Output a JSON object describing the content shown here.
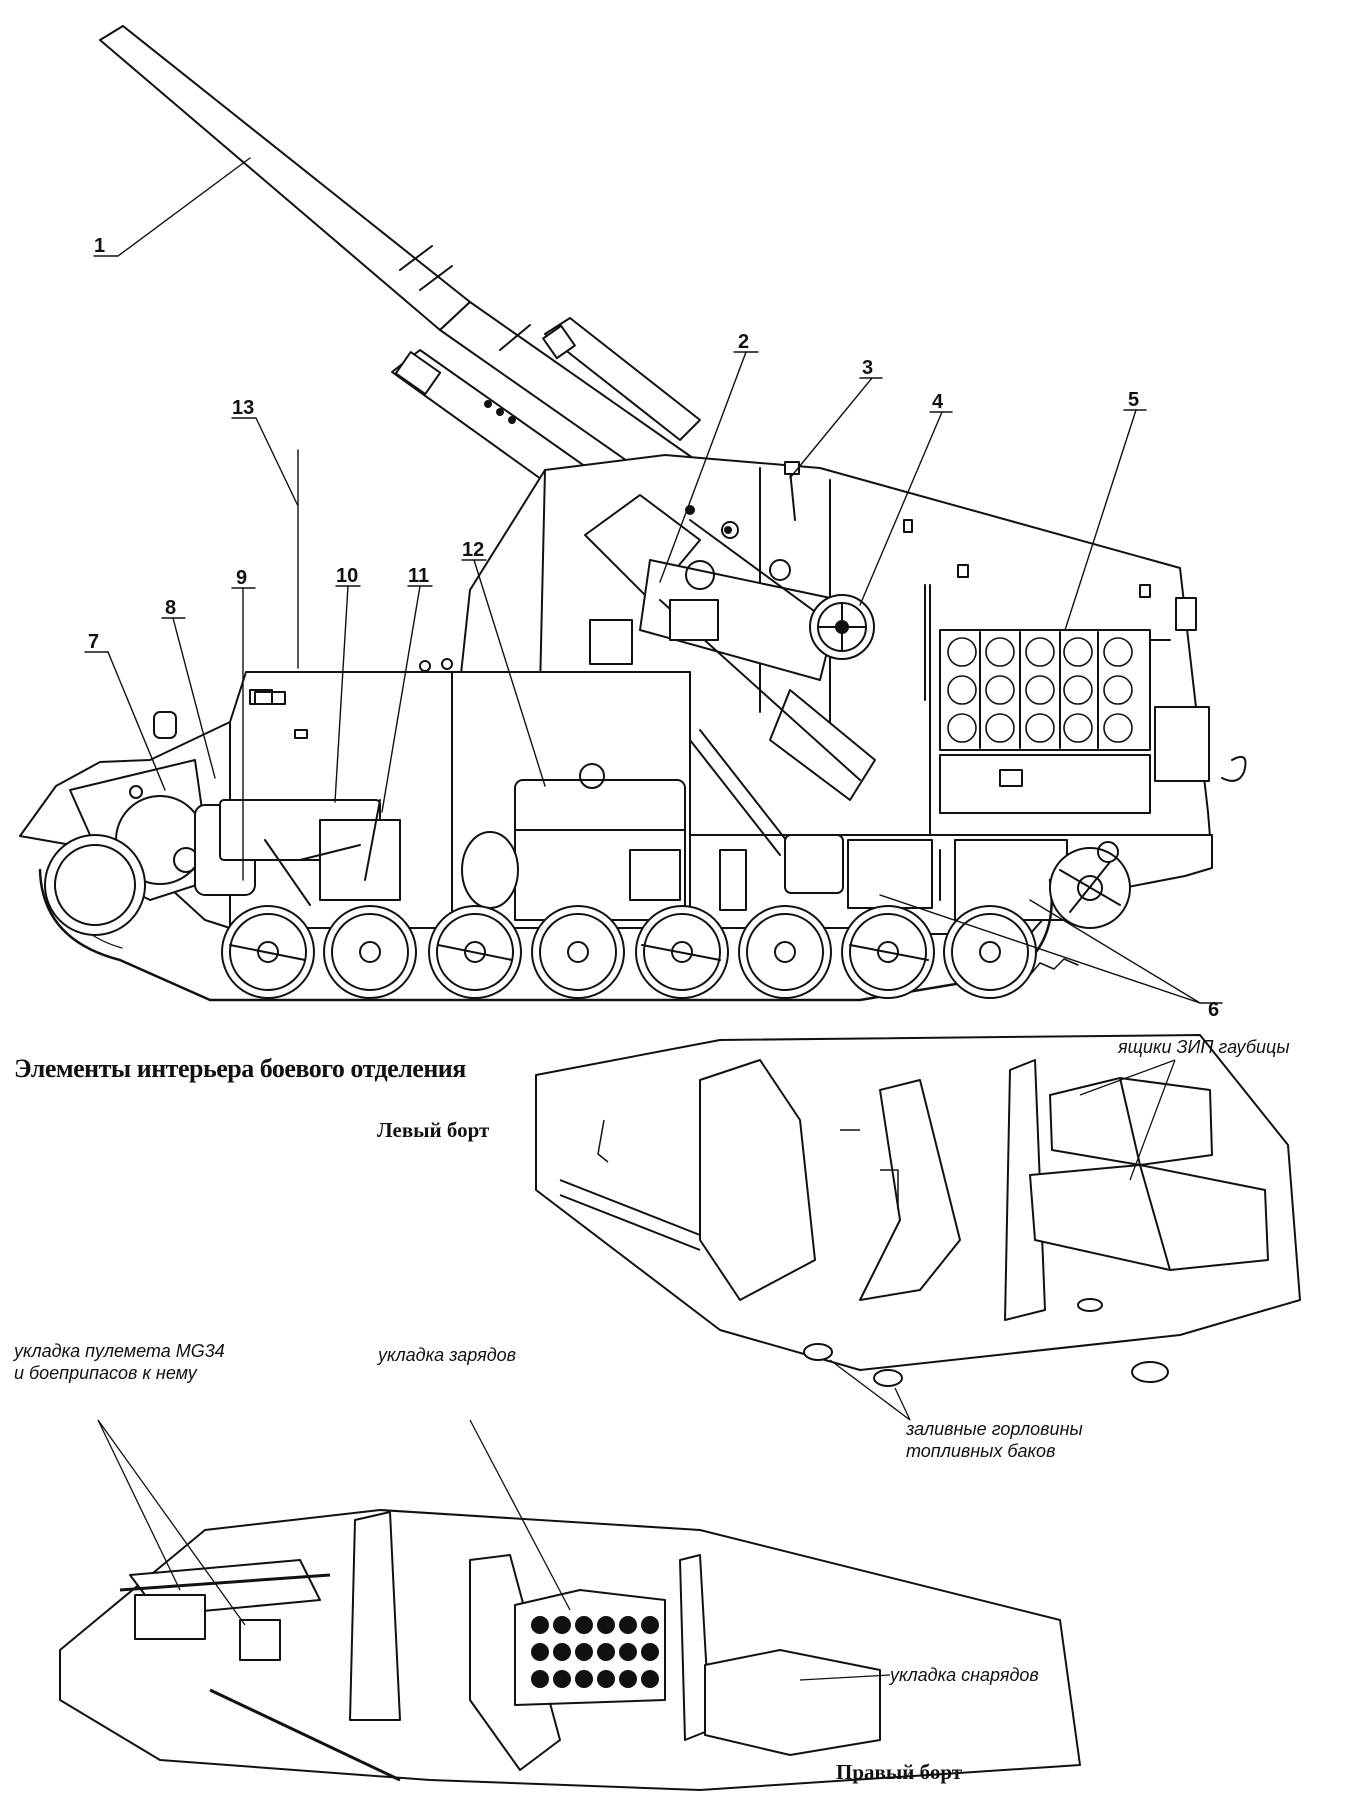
{
  "callouts": [
    "1",
    "2",
    "3",
    "4",
    "5",
    "6",
    "7",
    "8",
    "9",
    "10",
    "11",
    "12",
    "13"
  ],
  "heading": "Элементы интерьера боевого отделения",
  "views": {
    "left": "Левый борт",
    "right": "Правый борт"
  },
  "labels": {
    "zip_boxes": "ящики ЗИП гаубицы",
    "mg_stowage_line1": "укладка пулемета MG34",
    "mg_stowage_line2": "и боеприпасов к нему",
    "charges_stowage": "укладка зарядов",
    "fuel_fillers_line1": "заливные горловины",
    "fuel_fillers_line2": "топливных баков",
    "shells_stowage": "укладка снарядов"
  }
}
